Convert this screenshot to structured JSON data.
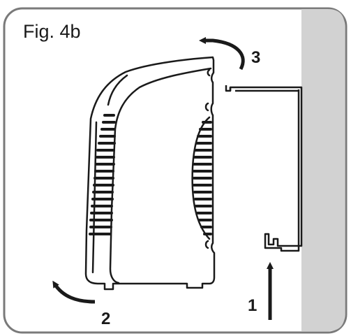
{
  "figure": {
    "title": "Fig. 4b",
    "steps": [
      {
        "number": "1",
        "icon": "arrow-up-icon"
      },
      {
        "number": "2",
        "icon": "curved-arrow-icon"
      },
      {
        "number": "3",
        "icon": "curved-arrow-icon"
      }
    ],
    "colors": {
      "wall": "#d2d2d2",
      "line": "#1a1a1a",
      "frame": "#7a7a7a",
      "background": "#ffffff"
    }
  }
}
